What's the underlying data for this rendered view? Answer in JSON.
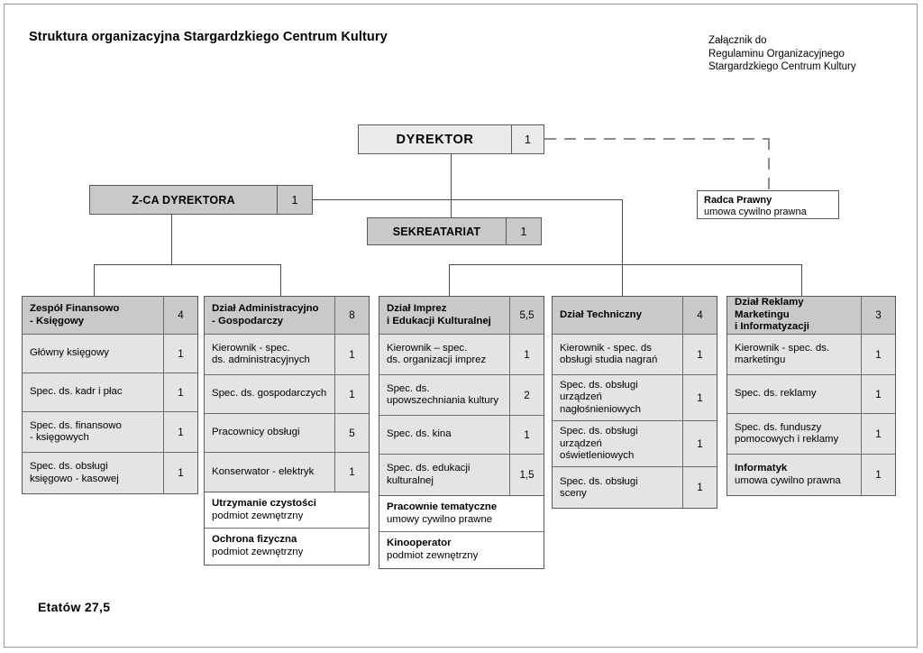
{
  "page": {
    "title": "Struktura organizacyjna Stargardzkiego Centrum Kultury",
    "annotation": {
      "line1": "Załącznik do",
      "line2": "Regulaminu Organizacyjnego",
      "line3": "Stargardzkiego Centrum Kultury"
    },
    "footer_total": "Etatów  27,5"
  },
  "colors": {
    "header_fill": "#c9c9c9",
    "body_fill": "#e4e4e4",
    "director_fill": "#ebebeb",
    "external_fill": "#ffffff",
    "border": "#5a5a5a",
    "connector": "#4a4a4a",
    "dashed_connector": "#8c8c8c"
  },
  "top_nodes": {
    "director": {
      "label": "DYREKTOR",
      "count": "1"
    },
    "deputy": {
      "label": "Z-CA DYREKTORA",
      "count": "1"
    },
    "secretariat": {
      "label": "SEKREATARIAT",
      "count": "1"
    }
  },
  "legal_advisor": {
    "title": "Radca Prawny",
    "subtitle": "umowa cywilno prawna"
  },
  "departments": [
    {
      "key": "finance",
      "header": {
        "line1": "Zespół Finansowo",
        "line2": " - Księgowy",
        "count": "4"
      },
      "rows": [
        {
          "line1": "Główny  księgowy",
          "line2": "",
          "count": "1"
        },
        {
          "line1": "Spec. ds. kadr i płac",
          "line2": "",
          "count": "1"
        },
        {
          "line1": "Spec. ds. finansowo",
          "line2": "- księgowych",
          "count": "1"
        },
        {
          "line1": "Spec. ds. obsługi",
          "line2": "księgowo - kasowej",
          "count": "1"
        }
      ],
      "external": []
    },
    {
      "key": "administration",
      "header": {
        "line1": "Dział Administracyjno",
        "line2": "- Gospodarczy",
        "count": "8"
      },
      "rows": [
        {
          "line1": "Kierownik - spec.",
          "line2": "ds. administracyjnych",
          "count": "1"
        },
        {
          "line1": "Spec. ds. gospodarczych",
          "line2": "",
          "count": "1"
        },
        {
          "line1": "Pracownicy obsługi",
          "line2": "",
          "count": "5"
        },
        {
          "line1": "Konserwator - elektryk",
          "line2": "",
          "count": "1"
        }
      ],
      "external": [
        {
          "title": "Utrzymanie czystości",
          "subtitle": "podmiot zewnętrzny"
        },
        {
          "title": "Ochrona fizyczna",
          "subtitle": "podmiot zewnętrzny"
        }
      ]
    },
    {
      "key": "events",
      "header": {
        "line1": "Dział Imprez",
        "line2": " i Edukacji Kulturalnej",
        "count": "5,5"
      },
      "rows": [
        {
          "line1": "Kierownik – spec.",
          "line2": "ds. organizacji imprez",
          "count": "1"
        },
        {
          "line1": "Spec. ds.",
          "line2": "upowszechniania kultury",
          "count": "2"
        },
        {
          "line1": "Spec. ds. kina",
          "line2": "",
          "count": "1"
        },
        {
          "line1": "Spec. ds. edukacji",
          "line2": "kulturalnej",
          "count": "1,5"
        }
      ],
      "external": [
        {
          "title": "Pracownie tematyczne",
          "subtitle": "umowy cywilno prawne"
        },
        {
          "title": "Kinooperator",
          "subtitle": "podmiot zewnętrzny"
        }
      ]
    },
    {
      "key": "technical",
      "header": {
        "line1": "Dział Techniczny",
        "line2": "",
        "count": "4"
      },
      "rows": [
        {
          "line1": "Kierownik - spec. ds",
          "line2": "obsługi studia nagrań",
          "count": "1"
        },
        {
          "line1": "Spec. ds. obsługi urządzeń",
          "line2": "nagłośnieniowych",
          "count": "1"
        },
        {
          "line1": "Spec. ds. obsługi urządzeń",
          "line2": "oświetleniowych",
          "count": "1"
        },
        {
          "line1": "Spec. ds. obsługi",
          "line2": "sceny",
          "count": "1"
        }
      ],
      "external": []
    },
    {
      "key": "marketing",
      "header": {
        "line1": "Dział Reklamy Marketingu",
        "line2": "i Informatyzacji",
        "count": "3"
      },
      "rows": [
        {
          "line1": "Kierownik - spec. ds.",
          "line2": "marketingu",
          "count": "1"
        },
        {
          "line1": "Spec. ds. reklamy",
          "line2": "",
          "count": "1"
        },
        {
          "line1": "Spec. ds. funduszy",
          "line2": "pomocowych i reklamy",
          "count": "1"
        },
        {
          "line1": "Informatyk",
          "line2": "umowa cywilno prawna",
          "count": "1",
          "bold_first": true
        }
      ],
      "external": []
    }
  ]
}
